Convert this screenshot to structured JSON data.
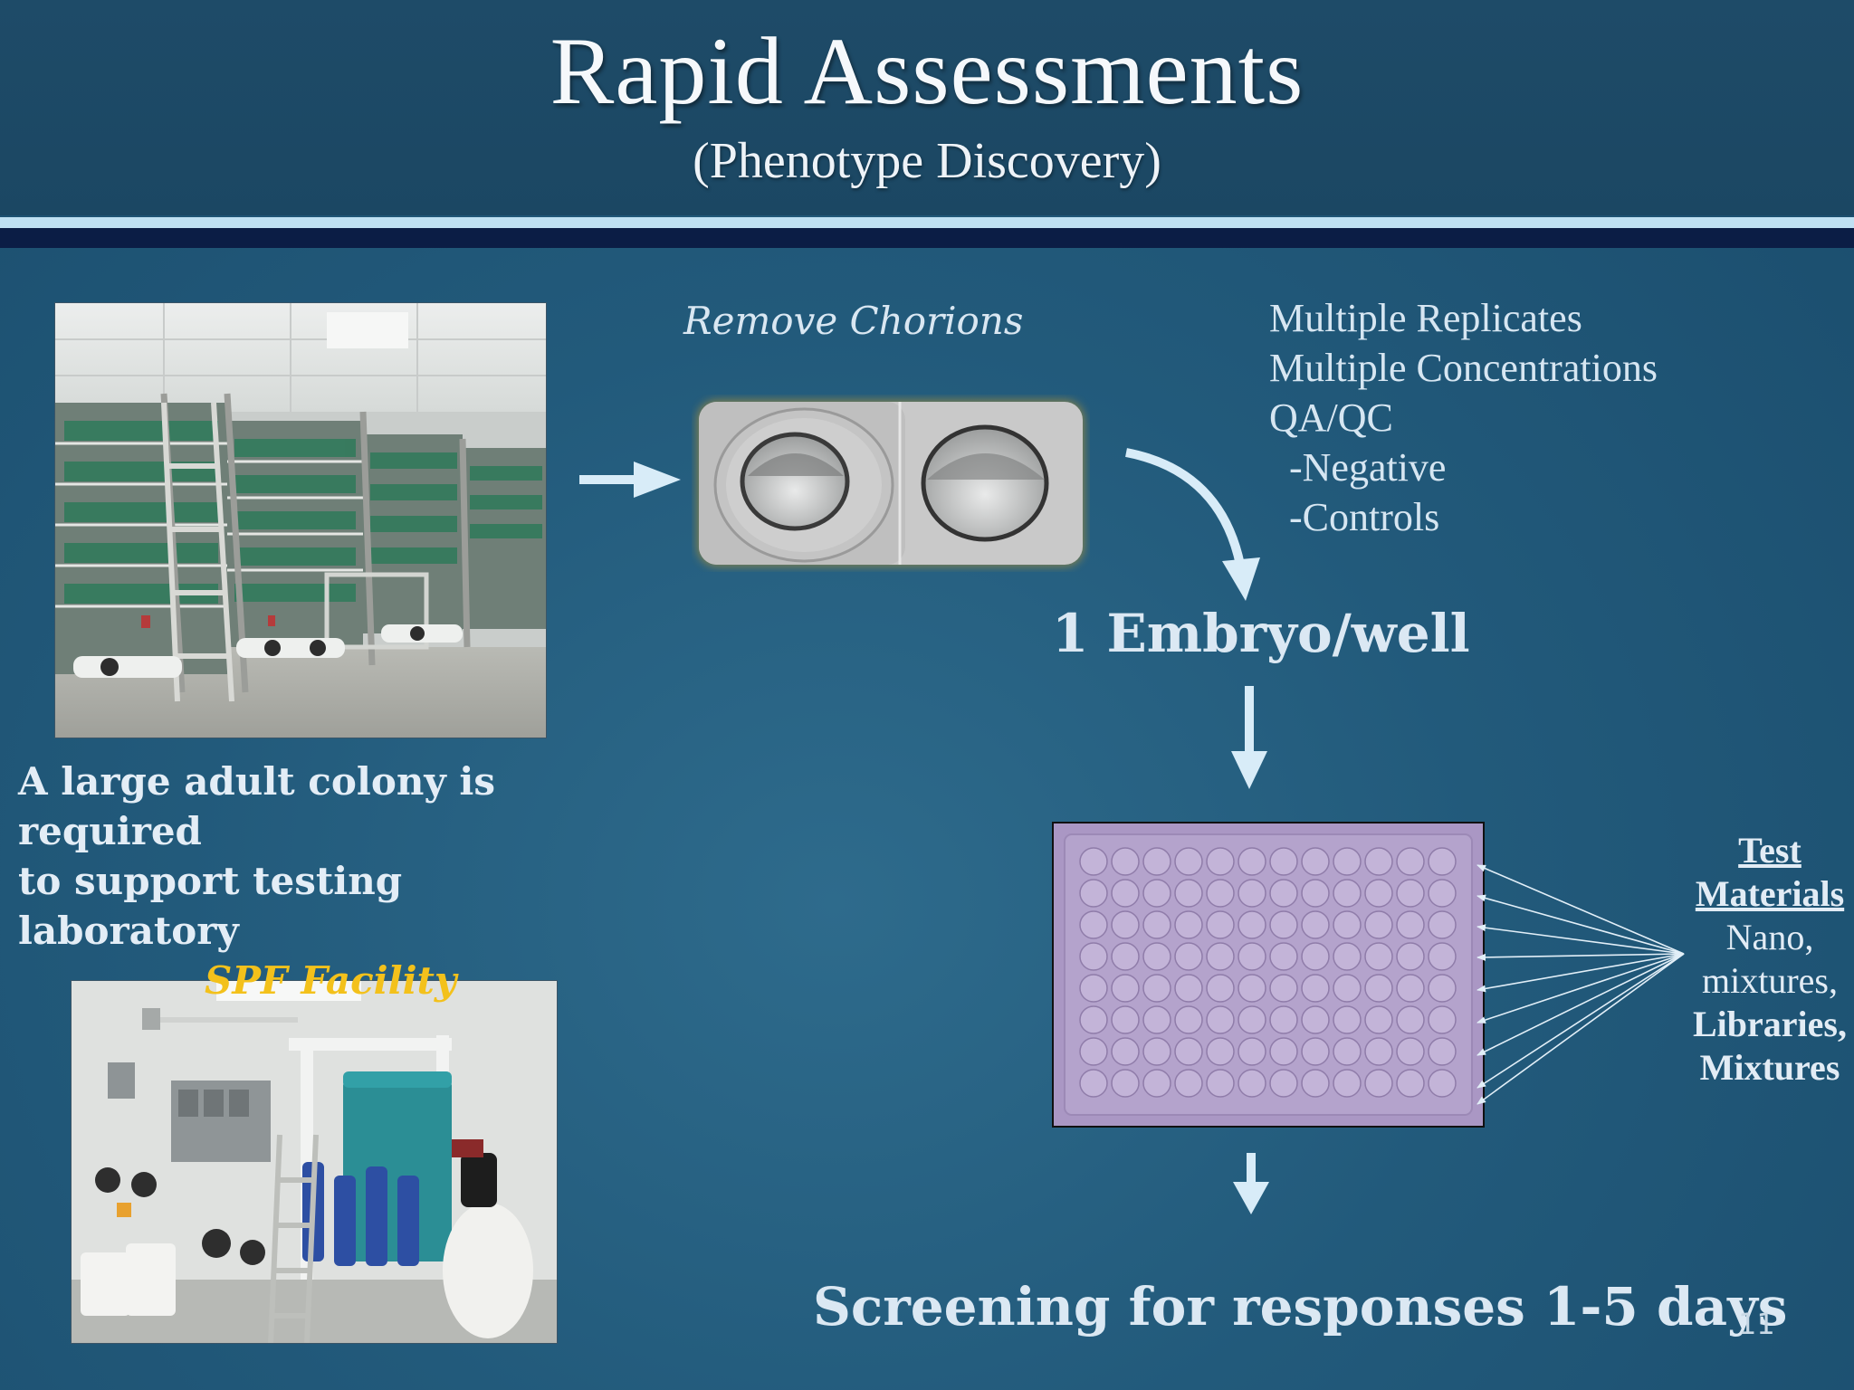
{
  "slide": {
    "title": "Rapid Assessments",
    "subtitle": "(Phenotype Discovery)",
    "number": "11"
  },
  "colony": {
    "caption_line1": "A large adult colony is required",
    "caption_line2": "to support testing laboratory",
    "facility": "SPF Facility"
  },
  "process": {
    "remove_chorions": "Remove Chorions",
    "embryo_per_well": "1 Embryo/well",
    "screening": "Screening for responses 1-5 days"
  },
  "replicates": {
    "lines": [
      "Multiple Replicates",
      "Multiple Concentrations",
      "QA/QC",
      "  -Negative",
      "  -Controls"
    ]
  },
  "test_materials": {
    "heading_line1": "Test",
    "heading_line2": "Materials",
    "item1": "Nano,",
    "item2": "mixtures,",
    "item3": "Libraries,",
    "item4": "Mixtures"
  },
  "colors": {
    "accent_yellow": "#f3c11b",
    "arrow": "#d8ecf8",
    "rule_light": "#bfe0f2",
    "rule_dark": "#0b1d45"
  }
}
